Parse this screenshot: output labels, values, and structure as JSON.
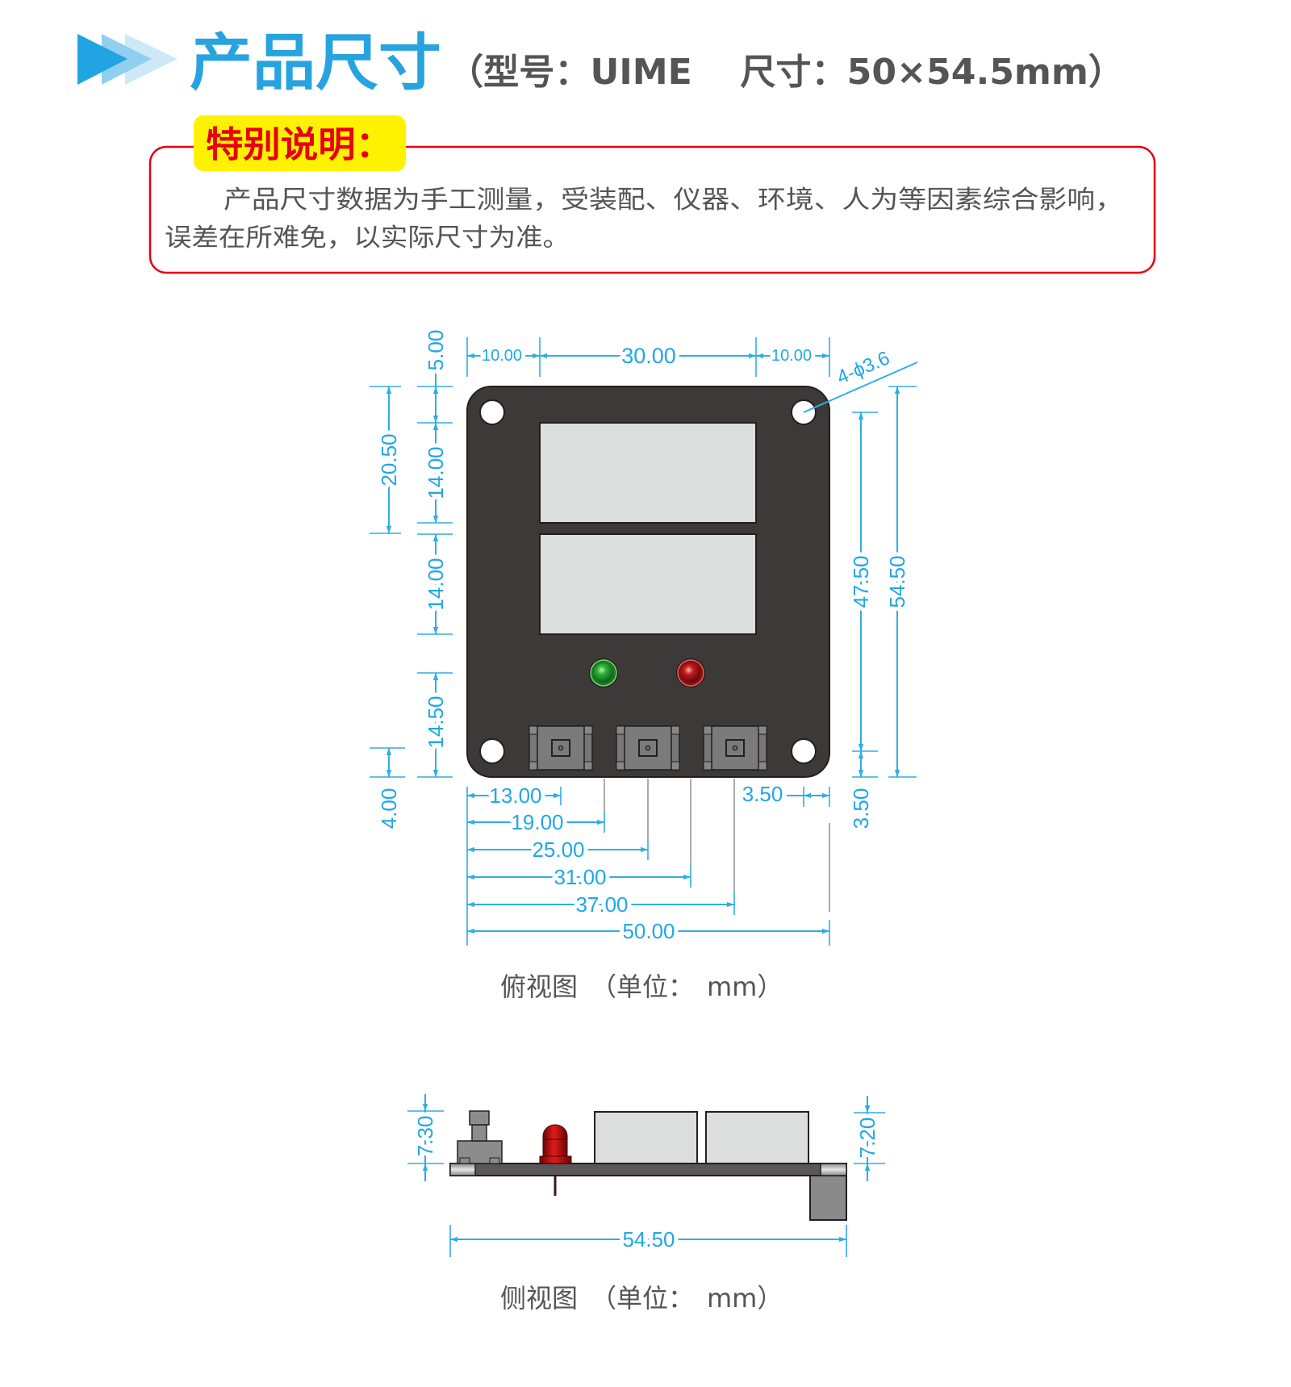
{
  "header": {
    "title": "产品尺寸",
    "subtitle": "（型号：UIME　 尺寸：50×54.5mm）",
    "colors": {
      "title": "#27a3e0",
      "subtitle": "#555555"
    }
  },
  "note": {
    "label": "特别说明：",
    "line1": "产品尺寸数据为手工测量，受装配、仪器、环境、人为等因素综合影响，",
    "line2": "误差在所难免，以实际尺寸为准。",
    "colors": {
      "border": "#e60012",
      "tag_bg": "#fff200",
      "tag_text": "#e60012"
    }
  },
  "top_view": {
    "caption": "俯视图　（单位：　mm）",
    "hole_spec": "4-ϕ3.6",
    "dims": {
      "top_left": "10.00",
      "top_mid": "30.00",
      "top_right": "10.00",
      "left_5": "5.00",
      "left_14a": "14.00",
      "left_14b": "14.00",
      "left_14_5": "14.50",
      "left_20_5": "20.50",
      "left_4": "4.00",
      "right_47_5": "47.50",
      "right_54_5": "54.50",
      "right_3_5v": "3.50",
      "bottom_3_5": "3.50",
      "b13": "13.00",
      "b19": "19.00",
      "b25": "25.00",
      "b31": "31.00",
      "b37": "37.00",
      "b50": "50.00"
    },
    "colors": {
      "board": "#3e3939",
      "display": "#dcdedd",
      "dimension": "#2eaee6",
      "led_green": "#1e9a2a",
      "led_red": "#b01515"
    }
  },
  "side_view": {
    "caption": "侧视图　（单位：　mm）",
    "dims": {
      "left_height": "7.30",
      "right_height": "7.20",
      "length": "54.50"
    }
  }
}
